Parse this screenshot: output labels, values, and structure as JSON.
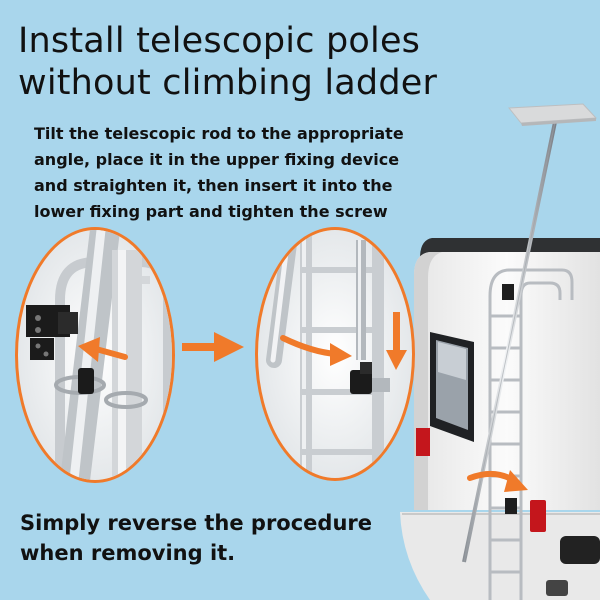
{
  "heading": {
    "line1": "Install telescopic poles",
    "line2": "without climbing ladder"
  },
  "instructions": {
    "line1": "Tilt the telescopic rod to the appropriate",
    "line2": "angle, place it in the upper fixing device",
    "line3": "and straighten it, then insert it into the",
    "line4": "lower fixing part and tighten the screw"
  },
  "footer": {
    "line1": "Simply reverse the procedure",
    "line2": "when removing it."
  },
  "colors": {
    "background": "#a9d6ec",
    "accent_orange": "#f07a2a",
    "text": "#111111",
    "rv_body": "#f4f4f4",
    "tail_light": "#c4161c"
  },
  "icons": [
    "arrow-right-icon",
    "arrow-left-icon",
    "arrow-down-icon",
    "curved-arrow-icon"
  ]
}
